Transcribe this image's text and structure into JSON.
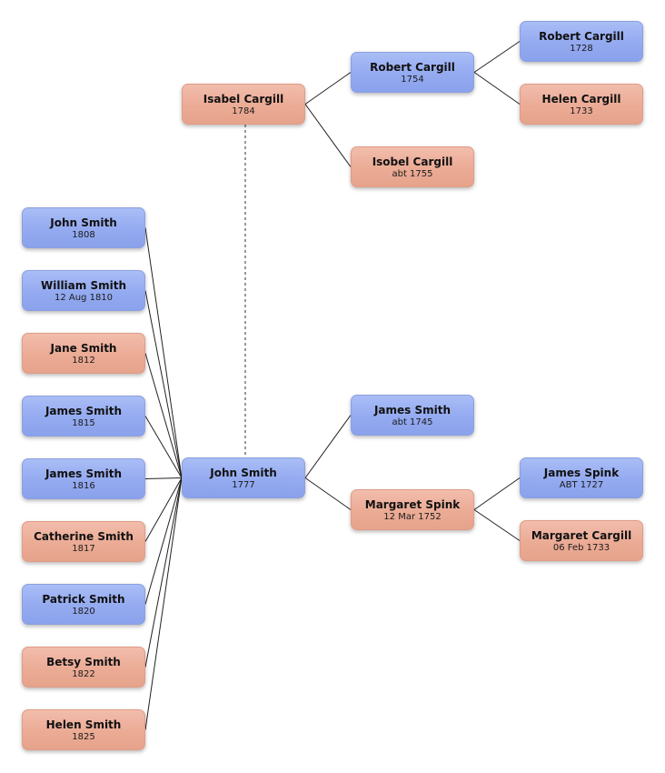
{
  "colors": {
    "male": "#94aaf0",
    "female": "#ebab95",
    "line": "#222222"
  },
  "people": {
    "isabel_cargill": {
      "name": "Isabel Cargill",
      "date": "1784",
      "sex": "female"
    },
    "robert_cargill_1754": {
      "name": "Robert Cargill",
      "date": "1754",
      "sex": "male"
    },
    "robert_cargill_1728": {
      "name": "Robert Cargill",
      "date": "1728",
      "sex": "male"
    },
    "helen_cargill_1733": {
      "name": "Helen Cargill",
      "date": "1733",
      "sex": "female"
    },
    "isobel_cargill": {
      "name": "Isobel Cargill",
      "date": "abt 1755",
      "sex": "female"
    },
    "john_smith_1777": {
      "name": "John Smith",
      "date": "1777",
      "sex": "male"
    },
    "james_smith_1745": {
      "name": "James Smith",
      "date": "abt 1745",
      "sex": "male"
    },
    "margaret_spink": {
      "name": "Margaret Spink",
      "date": "12 Mar 1752",
      "sex": "female"
    },
    "james_spink": {
      "name": "James Spink",
      "date": "ABT 1727",
      "sex": "male"
    },
    "margaret_cargill": {
      "name": "Margaret Cargill",
      "date": "06 Feb 1733",
      "sex": "female"
    },
    "john_smith_1808": {
      "name": "John Smith",
      "date": "1808",
      "sex": "male"
    },
    "william_smith": {
      "name": "William Smith",
      "date": "12 Aug 1810",
      "sex": "male"
    },
    "jane_smith": {
      "name": "Jane Smith",
      "date": "1812",
      "sex": "female"
    },
    "james_smith_1815": {
      "name": "James Smith",
      "date": "1815",
      "sex": "male"
    },
    "james_smith_1816": {
      "name": "James Smith",
      "date": "1816",
      "sex": "male"
    },
    "catherine_smith": {
      "name": "Catherine Smith",
      "date": "1817",
      "sex": "female"
    },
    "patrick_smith": {
      "name": "Patrick Smith",
      "date": "1820",
      "sex": "male"
    },
    "betsy_smith": {
      "name": "Betsy Smith",
      "date": "1822",
      "sex": "female"
    },
    "helen_smith": {
      "name": "Helen Smith",
      "date": "1825",
      "sex": "female"
    }
  },
  "relationships": {
    "parents": [
      {
        "child": "isabel_cargill",
        "parents": [
          "robert_cargill_1754",
          "isobel_cargill"
        ]
      },
      {
        "child": "robert_cargill_1754",
        "parents": [
          "robert_cargill_1728",
          "helen_cargill_1733"
        ]
      },
      {
        "child": "john_smith_1777",
        "parents": [
          "james_smith_1745",
          "margaret_spink"
        ]
      },
      {
        "child": "margaret_spink",
        "parents": [
          "james_spink",
          "margaret_cargill"
        ]
      }
    ],
    "spouses": [
      {
        "a": "isabel_cargill",
        "b": "john_smith_1777"
      }
    ],
    "children": {
      "parent": "john_smith_1777",
      "list": [
        "john_smith_1808",
        "william_smith",
        "jane_smith",
        "james_smith_1815",
        "james_smith_1816",
        "catherine_smith",
        "patrick_smith",
        "betsy_smith",
        "helen_smith"
      ]
    }
  }
}
